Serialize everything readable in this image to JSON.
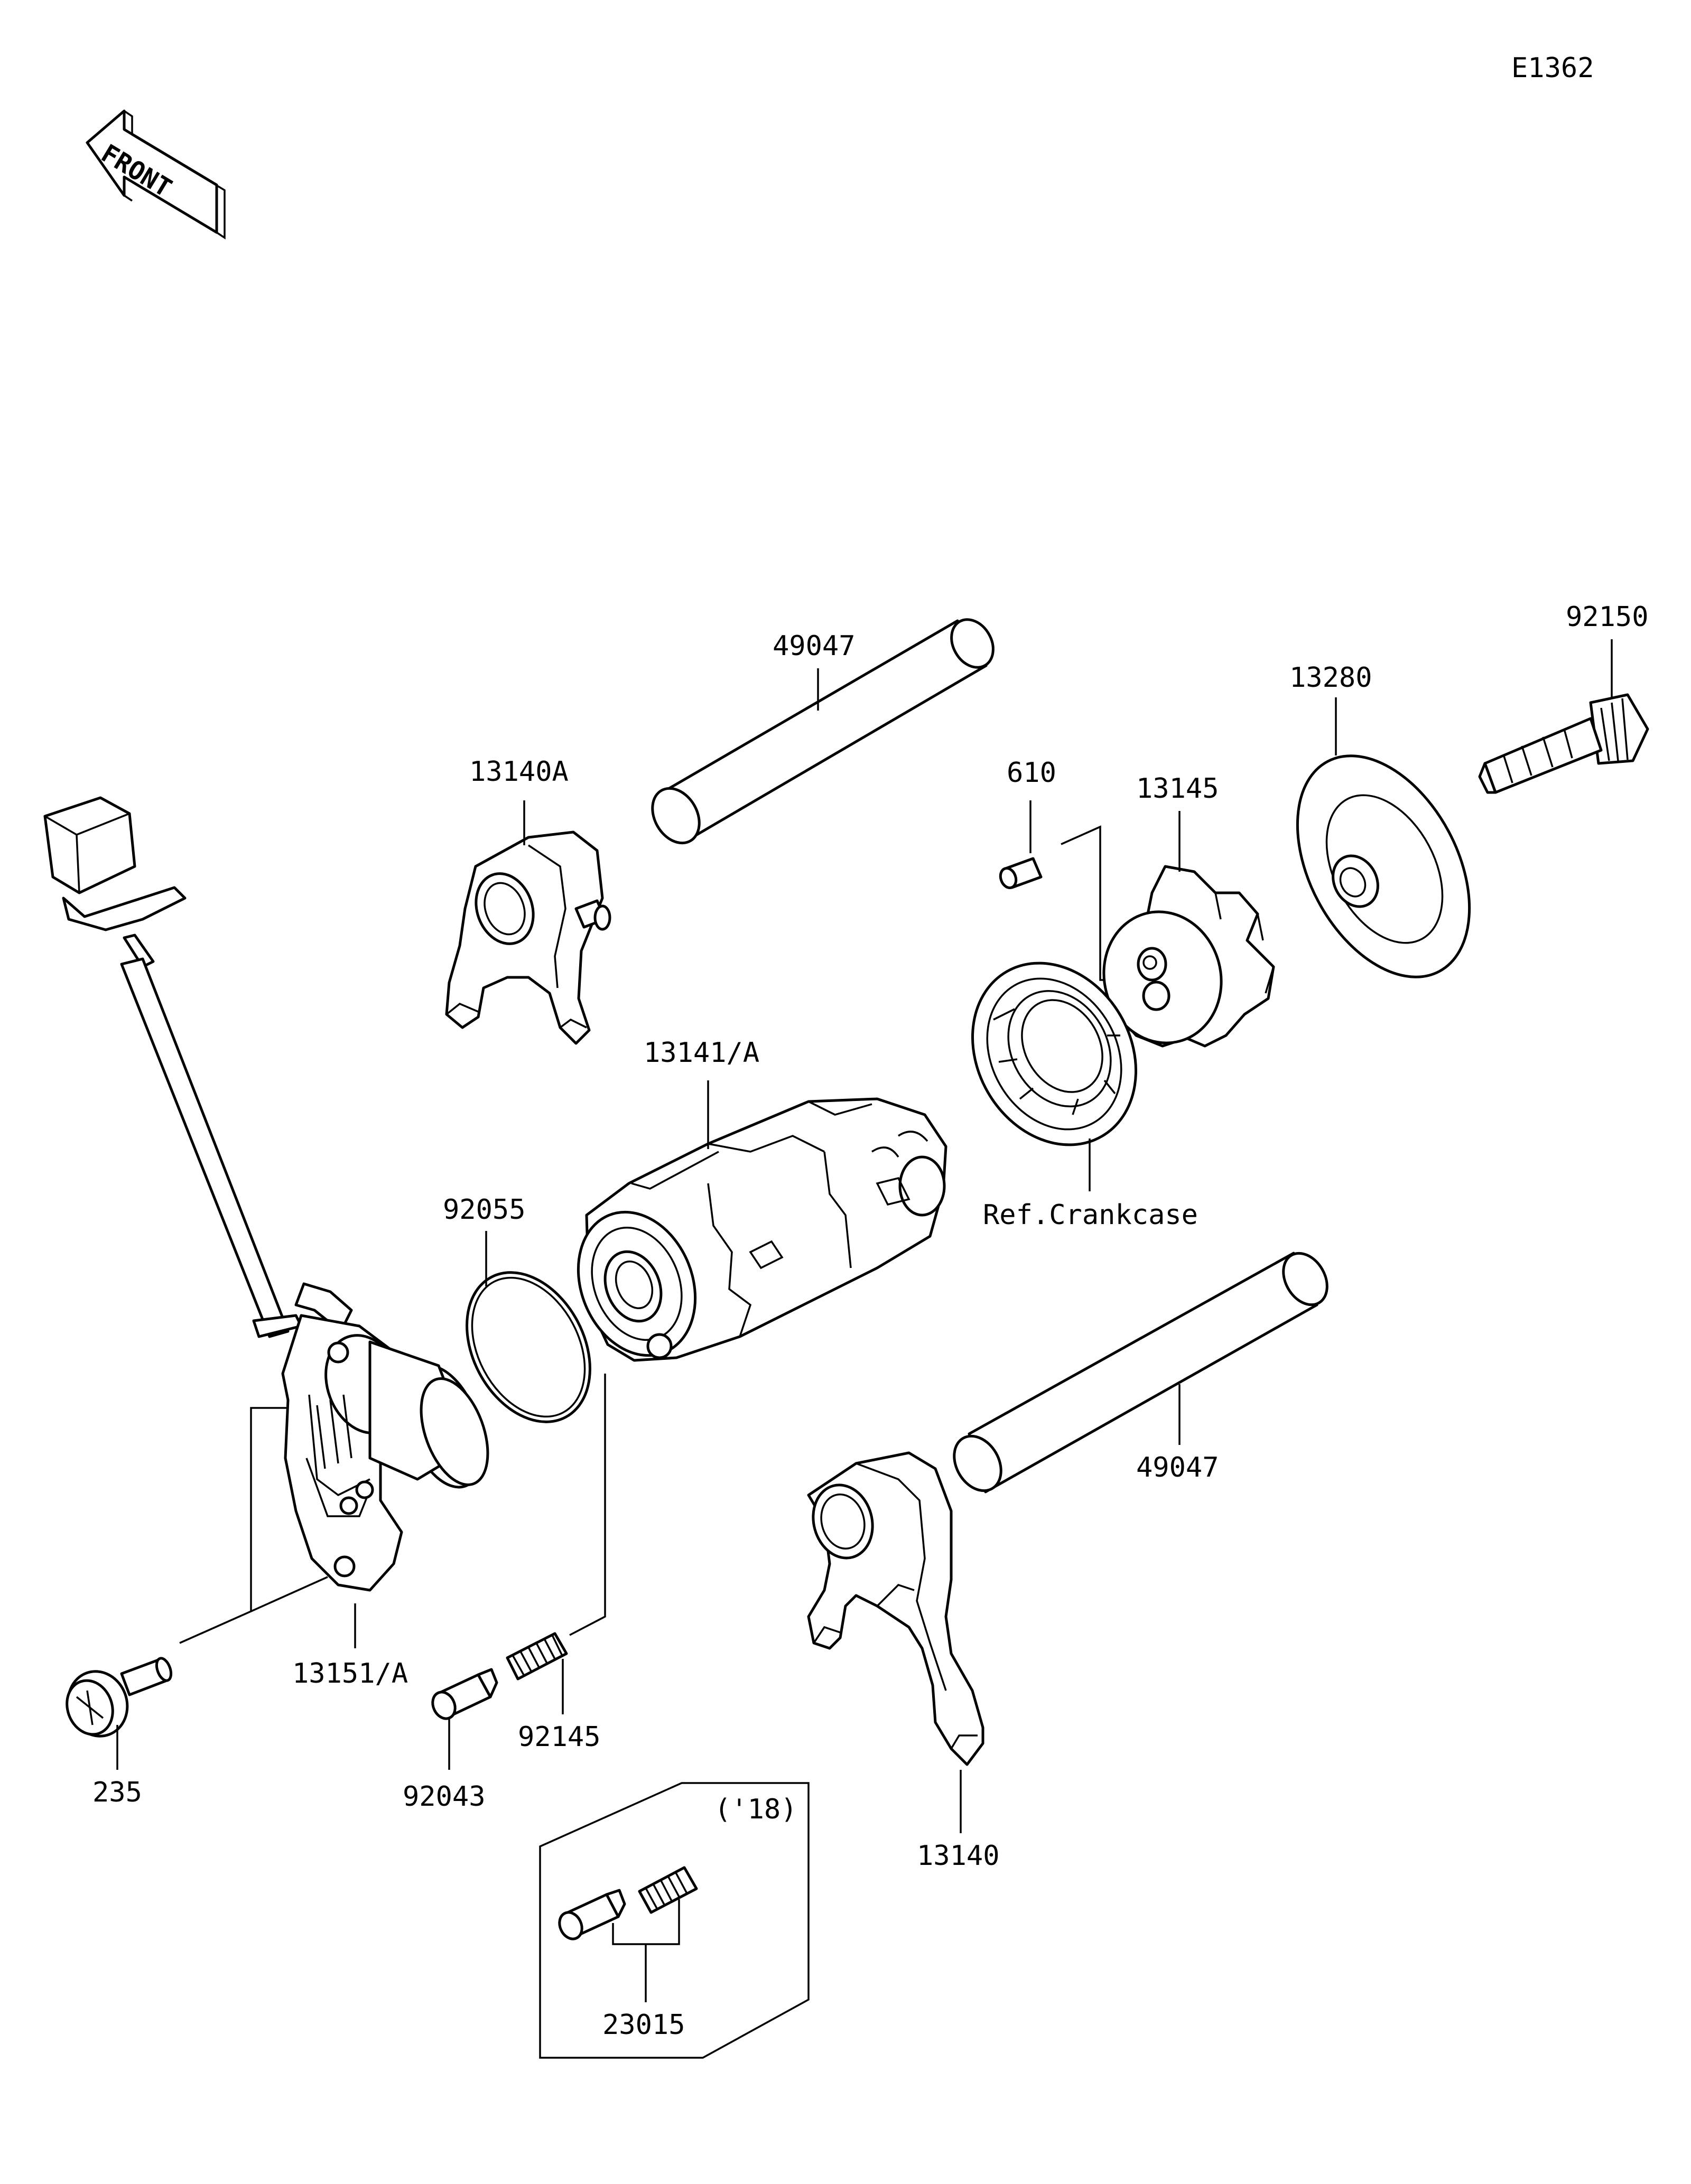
{
  "diagram_code": "E1362",
  "front_label": "FRONT",
  "labels": {
    "p49047_top": "49047",
    "p92150": "92150",
    "p13280": "13280",
    "p13140A": "13140A",
    "p610": "610",
    "p13145": "13145",
    "p13141A": "13141/A",
    "p92055": "92055",
    "ref_crankcase": "Ref.Crankcase",
    "p49047_bottom": "49047",
    "p13151A": "13151/A",
    "p235": "235",
    "p92145": "92145",
    "p92043": "92043",
    "p13140": "13140",
    "year_note": "('18)",
    "p23015": "23015"
  }
}
